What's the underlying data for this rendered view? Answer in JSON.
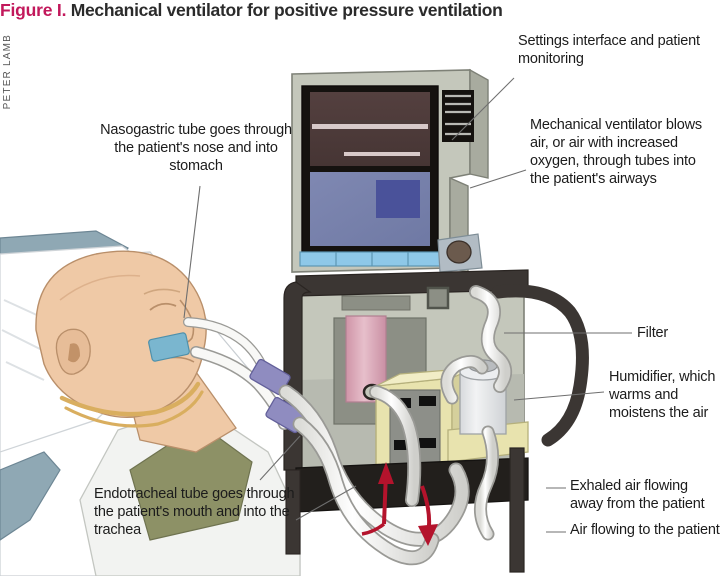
{
  "figure": {
    "label": "Figure I.",
    "title": "Mechanical ventilator for positive pressure ventilation",
    "credit": "PETER LAMB",
    "label_color": "#c2185b",
    "title_color": "#2b2b2b",
    "background_color": "#ffffff"
  },
  "annotations": {
    "settings_interface": "Settings interface and patient monitoring",
    "mechanical_ventilator": "Mechanical ventilator blows air, or air with increased oxygen, through tubes into the patient's airways",
    "nasogastric_tube": "Nasogastric tube goes through the patient's nose and into stomach",
    "endotracheal_tube": "Endotracheal tube goes through the patient's mouth and into the trachea",
    "filter": "Filter",
    "humidifier": "Humidifier, which warms and moistens the air",
    "exhaled_air": "Exhaled air flowing away from the patient",
    "air_to_patient": "Air flowing to the patient"
  },
  "palette": {
    "skin": "#efc9a6",
    "skin_shadow": "#e0b28c",
    "pillow": "#ffffff",
    "pillow_shadow": "#dfe3e6",
    "bed_frame": "#8fa8b4",
    "gown": "#f2f3f1",
    "gown_olive": "#8d9166",
    "machine_body": "#c4c7bb",
    "machine_body_dark": "#a8ab9f",
    "machine_frame": "#3b3633",
    "screen_upper": "#4e3b3b",
    "screen_lower": "#7a83ad",
    "screen_lower_block": "#4a529a",
    "screen_strip": "#d8c9c9",
    "vent_grille": "#15120f",
    "knob": "#6b5a4d",
    "button_strip": "#8ec8e8",
    "filter_cylinder": "#d9a5b4",
    "humidifier_box": "#e8e3ae",
    "humidifier_face": "#8d8f89",
    "humidifier_slot": "#111111",
    "water_chamber": "#e9eaec",
    "tube": "#f4f4f2",
    "tube_outline": "#9a9a96",
    "connector_purple": "#8f8cc0",
    "tape_blue": "#7ab6cf",
    "strap_tan": "#d9ae5f",
    "arrow_red": "#b4132c",
    "leader_line": "#6f6f6f"
  }
}
